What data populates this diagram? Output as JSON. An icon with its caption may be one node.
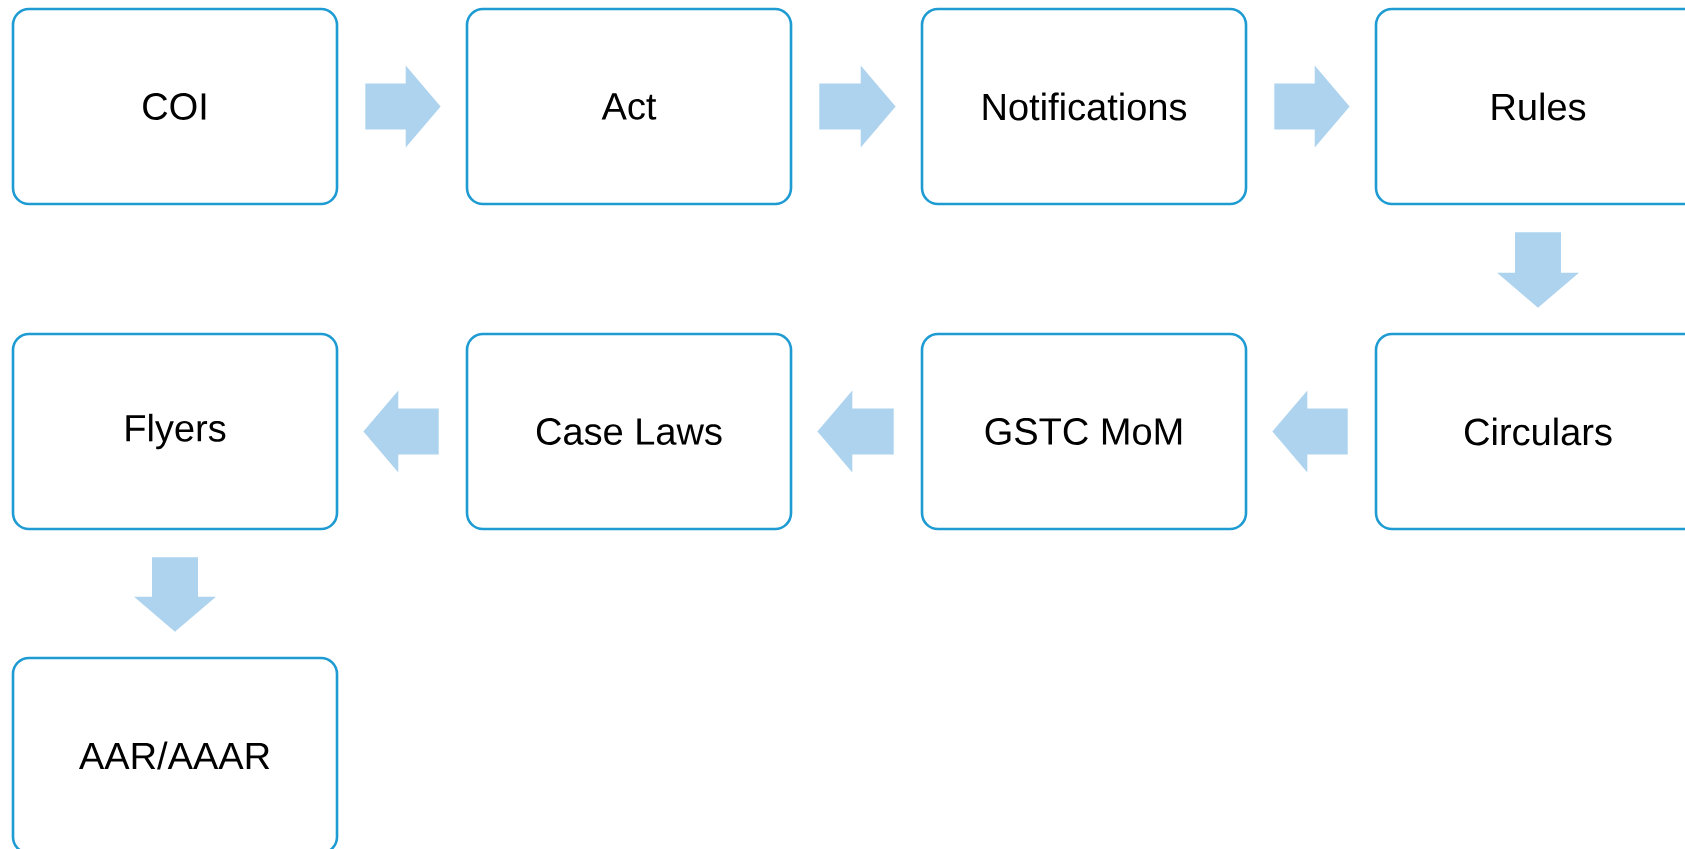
{
  "diagram": {
    "nodes": [
      {
        "text": [
          "COI"
        ]
      },
      {
        "text": [
          "Act"
        ]
      },
      {
        "text": [
          "Notifications"
        ]
      },
      {
        "text": [
          "Rules"
        ]
      },
      {
        "text": [
          "Flyers"
        ]
      },
      {
        "text": [
          "Case Laws"
        ]
      },
      {
        "text": [
          "GSTC MoM"
        ]
      },
      {
        "text": [
          "Circulars"
        ]
      },
      {
        "text": [
          "AAR/AAAR"
        ]
      }
    ],
    "edges": [
      {
        "from": 0,
        "to": 1,
        "arrow": "to"
      },
      {
        "from": 1,
        "to": 2,
        "arrow": "to"
      },
      {
        "from": 2,
        "to": 3,
        "arrow": "to"
      },
      {
        "from": 3,
        "to": 7,
        "arrow": "to"
      },
      {
        "from": 7,
        "to": 6,
        "arrow": "to"
      },
      {
        "from": 6,
        "to": 5,
        "arrow": "to"
      },
      {
        "from": 5,
        "to": 4,
        "arrow": "to"
      },
      {
        "from": 4,
        "to": 8,
        "arrow": "to"
      }
    ]
  }
}
